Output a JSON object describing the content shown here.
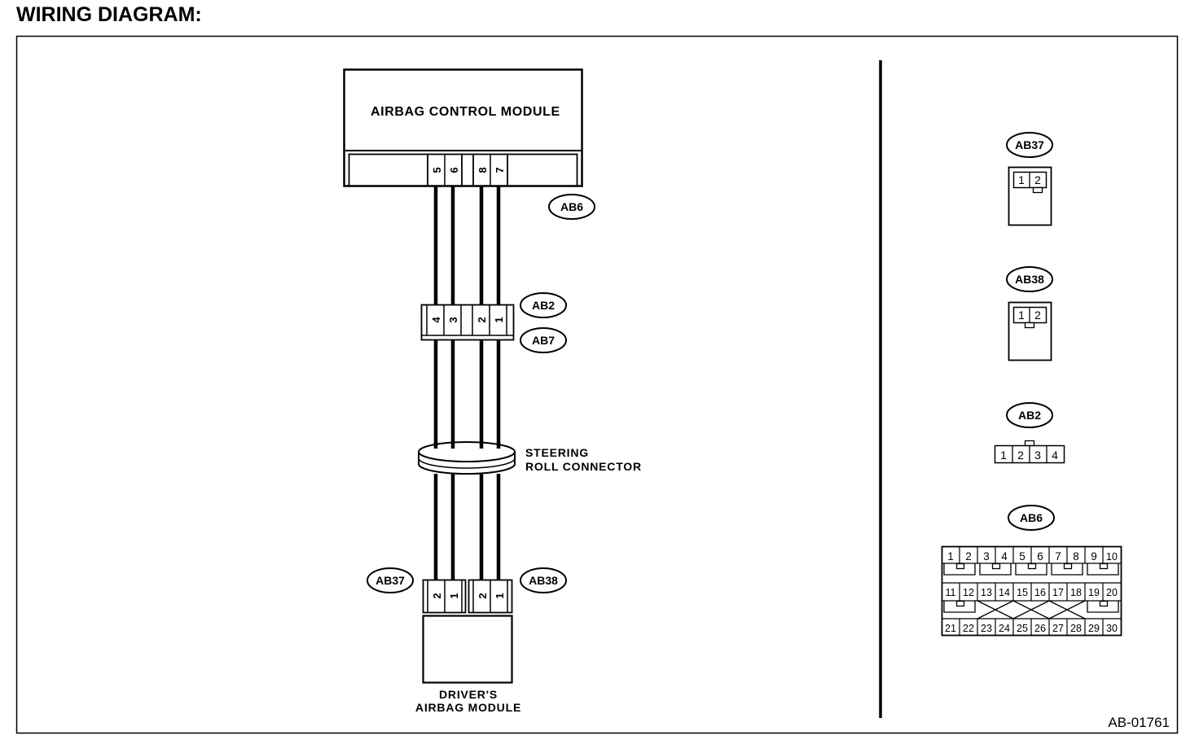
{
  "page_title": "WIRING DIAGRAM:",
  "figure_id": "AB-01761",
  "components": {
    "control_module": "AIRBAG CONTROL MODULE",
    "steering_roll_connector": [
      "STEERING",
      "ROLL CONNECTOR"
    ],
    "drivers_airbag_module": [
      "DRIVER'S",
      "AIRBAG MODULE"
    ]
  },
  "connector_tags": {
    "ab6": "AB6",
    "ab2": "AB2",
    "ab7": "AB7",
    "ab37": "AB37",
    "ab38": "AB38"
  },
  "pins": {
    "acm": [
      "5",
      "6",
      "8",
      "7"
    ],
    "ab2_ab7": [
      "4",
      "3",
      "2",
      "1"
    ],
    "ab37": [
      "2",
      "1"
    ],
    "ab38": [
      "2",
      "1"
    ]
  },
  "legend": {
    "ab37": {
      "label": "AB37",
      "pins": [
        "1",
        "2"
      ]
    },
    "ab38": {
      "label": "AB38",
      "pins": [
        "1",
        "2"
      ]
    },
    "ab2": {
      "label": "AB2",
      "pins": [
        "1",
        "2",
        "3",
        "4"
      ]
    },
    "ab6": {
      "label": "AB6",
      "rows": [
        [
          "1",
          "2",
          "3",
          "4",
          "5",
          "6",
          "7",
          "8",
          "9",
          "10"
        ],
        [
          "11",
          "12",
          "13",
          "14",
          "15",
          "16",
          "17",
          "18",
          "19",
          "20"
        ],
        [
          "21",
          "22",
          "23",
          "24",
          "25",
          "26",
          "27",
          "28",
          "29",
          "30"
        ]
      ]
    }
  }
}
